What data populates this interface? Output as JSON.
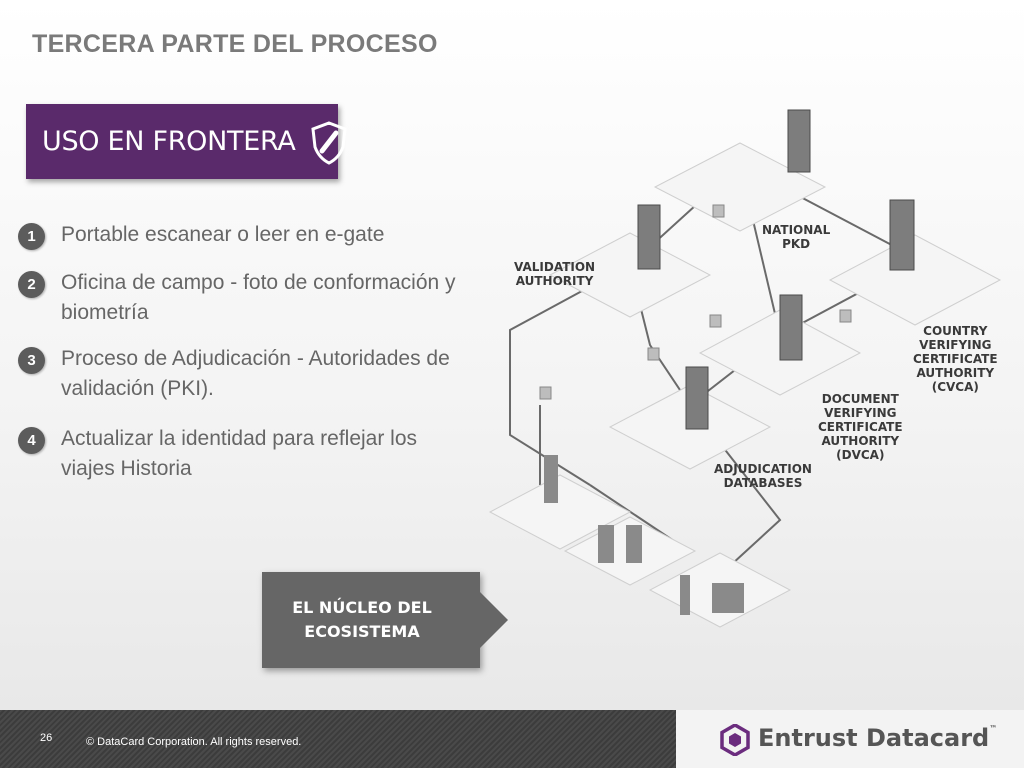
{
  "slide": {
    "title": "TERCERA PARTE DEL PROCESO",
    "banner_label": "USO EN FRONTERA"
  },
  "steps": [
    {
      "number": "1",
      "text": "Portable escanear o leer en e-gate"
    },
    {
      "number": "2",
      "text": "Oficina de campo - foto de conformación y biometría"
    },
    {
      "number": "3",
      "text": "Proceso de Adjudicación - Autoridades de validación (PKI)."
    },
    {
      "number": "4",
      "text": "Actualizar la identidad para reflejar los viajes Historia"
    }
  ],
  "diagram": {
    "labels": {
      "national_pkd": "NATIONAL\nPKD",
      "validation_authority": "VALIDATION\nAUTHORITY",
      "cvca": "COUNTRY\nVERIFYING\nCERTIFICATE\nAUTHORITY\n(CVCA)",
      "dvca": "DOCUMENT\nVERIFYING\nCERTIFICATE\nAUTHORITY\n(DVCA)",
      "adjudication_databases": "ADJUDICATION\nDATABASES"
    }
  },
  "callout": {
    "text": "EL NÚCLEO DEL\nECOSISTEMA"
  },
  "footer": {
    "page_number": "26",
    "copyright": "© DataCard Corporation. All rights reserved.",
    "logo_text": "Entrust Datacard",
    "trademark": "™"
  },
  "colors": {
    "purple": "#5a2a6b",
    "logo_purple": "#6b2c7e",
    "gray_dark": "#4a4a4a",
    "title_gray": "#7a7a7a"
  }
}
